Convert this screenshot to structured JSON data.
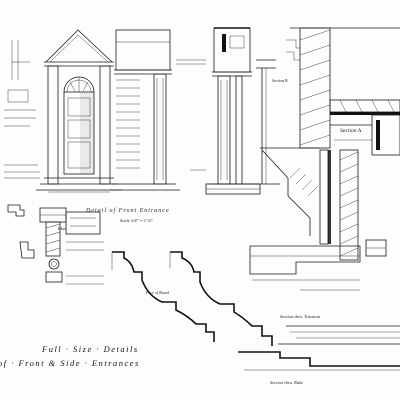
{
  "sheet": {
    "background": "#fdfdfb",
    "ink": "#1a1a1a",
    "title_line1": "Full · Size · Details",
    "title_line2": "of · Front & Side · Entrances",
    "labels": {
      "entrance_detail": "Detail of Front Entrance",
      "section_a": "Section A",
      "section_b": "Section B",
      "section_front": "Section thru. Transom",
      "section_side": "Section thru. Rake",
      "plan": "Plan",
      "scale_note": "Scale 3/4\" = 1'-0\""
    }
  }
}
